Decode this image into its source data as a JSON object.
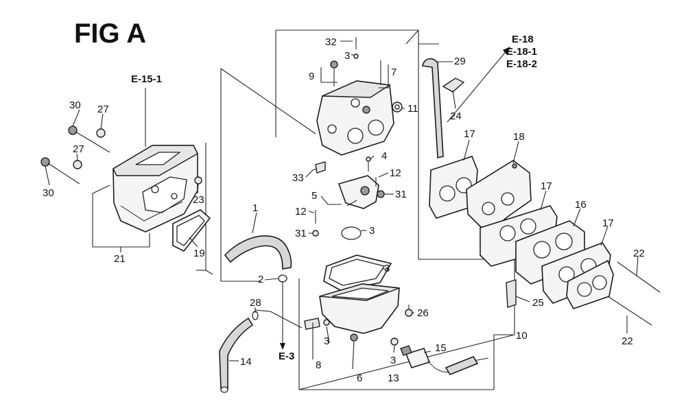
{
  "figure": {
    "title": "FIG A"
  },
  "references": {
    "e15_1": "E-15-1",
    "e18": "E-18",
    "e18_1": "E-18-1",
    "e18_2": "E-18-2",
    "e3": "E-3"
  },
  "callouts": {
    "p1": "1",
    "p2": "2",
    "p3a": "3",
    "p3b": "3",
    "p3c": "3",
    "p3d": "3",
    "p3e": "3",
    "p4": "4",
    "p5": "5",
    "p6": "6",
    "p7": "7",
    "p8": "8",
    "p9": "9",
    "p10": "10",
    "p11": "11",
    "p12a": "12",
    "p12b": "12",
    "p13": "13",
    "p14": "14",
    "p15": "15",
    "p16": "16",
    "p17a": "17",
    "p17b": "17",
    "p17c": "17",
    "p18": "18",
    "p19": "19",
    "p21": "21",
    "p22a": "22",
    "p22b": "22",
    "p23": "23",
    "p24": "24",
    "p25": "25",
    "p26": "26",
    "p27a": "27",
    "p27b": "27",
    "p28": "28",
    "p29": "29",
    "p30a": "30",
    "p30b": "30",
    "p31a": "31",
    "p31b": "31",
    "p32": "32",
    "p33": "33"
  }
}
